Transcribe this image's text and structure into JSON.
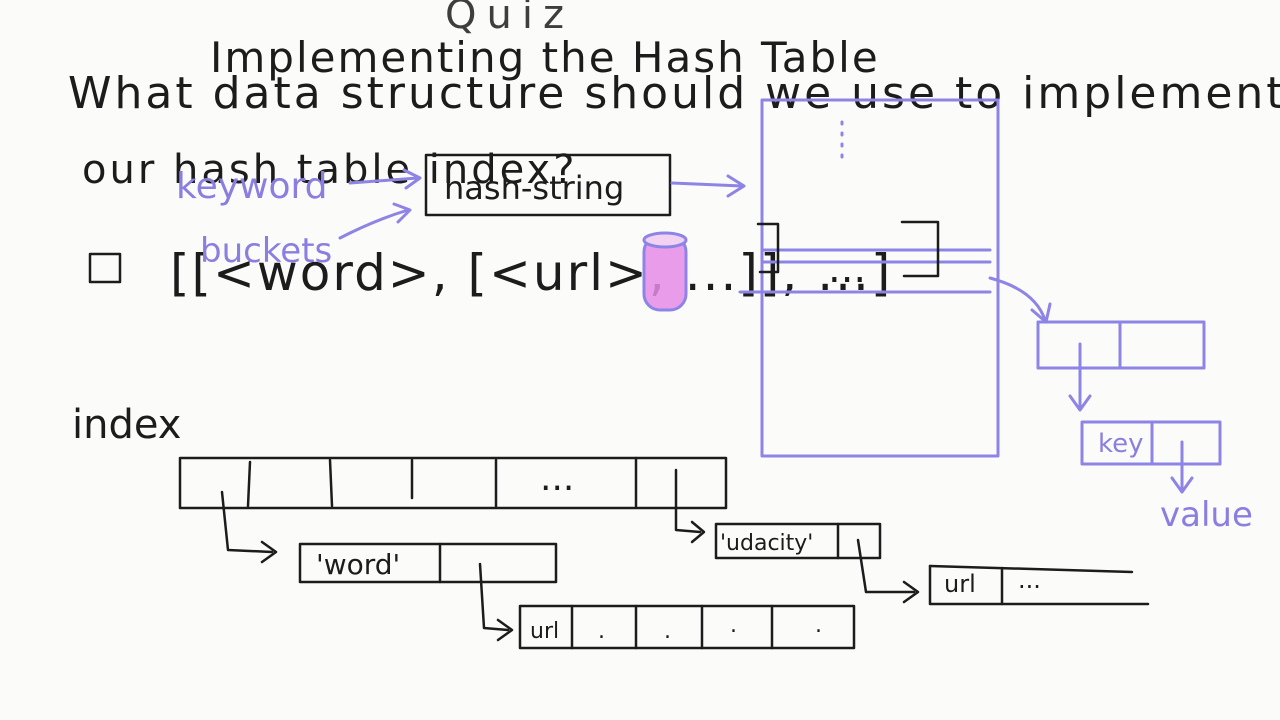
{
  "header": {
    "quiz_label": "Quiz",
    "title": "Implementing the Hash Table"
  },
  "question": {
    "line1": "What data structure should we use to implement",
    "line2": "our hash table index?"
  },
  "answer_option": {
    "checkbox_checked": false,
    "text": "[[<word>, [<url>, ...]], ...]"
  },
  "annotations": {
    "keyword": "keyword",
    "hash_string": "hash-string",
    "buckets": "buckets",
    "index": "index",
    "ellipsis": "...",
    "word_cell": "'word'",
    "url_cell": "url",
    "udacity_cell": "'udacity'",
    "url_cell_2": "url",
    "ellipsis_2": "...",
    "key": "key",
    "value": "value",
    "dot": "."
  },
  "colors": {
    "ink_black": "#1c1c1c",
    "ink_purple": "#8a7ee0",
    "bucket_fill": "#e58be6",
    "background": "#fbfbfa"
  }
}
